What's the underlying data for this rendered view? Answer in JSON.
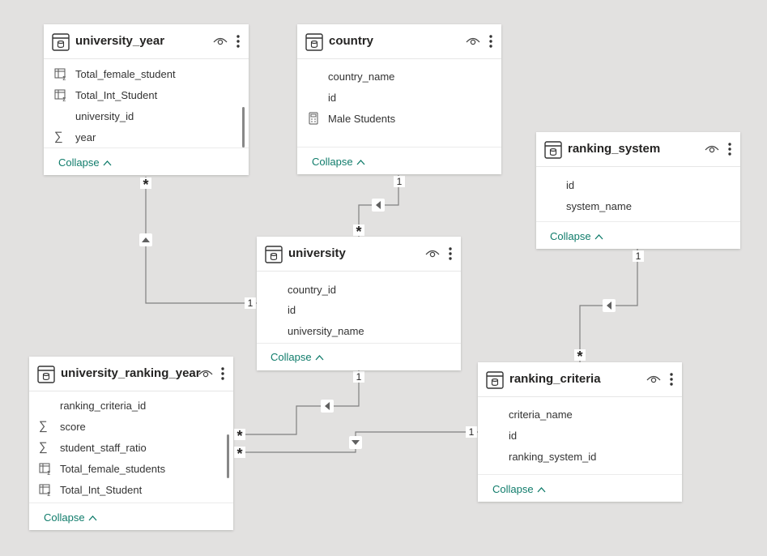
{
  "tables": {
    "university_year": {
      "title": "university_year",
      "fields": [
        {
          "name": "Total_female_student",
          "icon": "calculated-column-icon"
        },
        {
          "name": "Total_Int_Student",
          "icon": "calculated-column-icon"
        },
        {
          "name": "university_id",
          "icon": ""
        },
        {
          "name": "year",
          "icon": "sum-icon"
        }
      ],
      "collapse": "Collapse"
    },
    "country": {
      "title": "country",
      "fields": [
        {
          "name": "country_name",
          "icon": ""
        },
        {
          "name": "id",
          "icon": ""
        },
        {
          "name": "Male Students",
          "icon": "measure-calculator-icon"
        }
      ],
      "collapse": "Collapse"
    },
    "ranking_system": {
      "title": "ranking_system",
      "fields": [
        {
          "name": "id",
          "icon": ""
        },
        {
          "name": "system_name",
          "icon": ""
        }
      ],
      "collapse": "Collapse"
    },
    "university": {
      "title": "university",
      "fields": [
        {
          "name": "country_id",
          "icon": ""
        },
        {
          "name": "id",
          "icon": ""
        },
        {
          "name": "university_name",
          "icon": ""
        }
      ],
      "collapse": "Collapse"
    },
    "university_ranking_year": {
      "title": "university_ranking_year",
      "fields": [
        {
          "name": "ranking_criteria_id",
          "icon": ""
        },
        {
          "name": "score",
          "icon": "sum-icon"
        },
        {
          "name": "student_staff_ratio",
          "icon": "sum-icon"
        },
        {
          "name": "Total_female_students",
          "icon": "calculated-column-icon"
        },
        {
          "name": "Total_Int_Student",
          "icon": "calculated-column-icon"
        }
      ],
      "collapse": "Collapse"
    },
    "ranking_criteria": {
      "title": "ranking_criteria",
      "fields": [
        {
          "name": "criteria_name",
          "icon": ""
        },
        {
          "name": "id",
          "icon": ""
        },
        {
          "name": "ranking_system_id",
          "icon": ""
        }
      ],
      "collapse": "Collapse"
    }
  },
  "cardinality": {
    "one": "1",
    "many": "*"
  },
  "colors": {
    "canvas": "#e2e1e0",
    "line": "#808080",
    "collapse_link": "#107c6b"
  }
}
